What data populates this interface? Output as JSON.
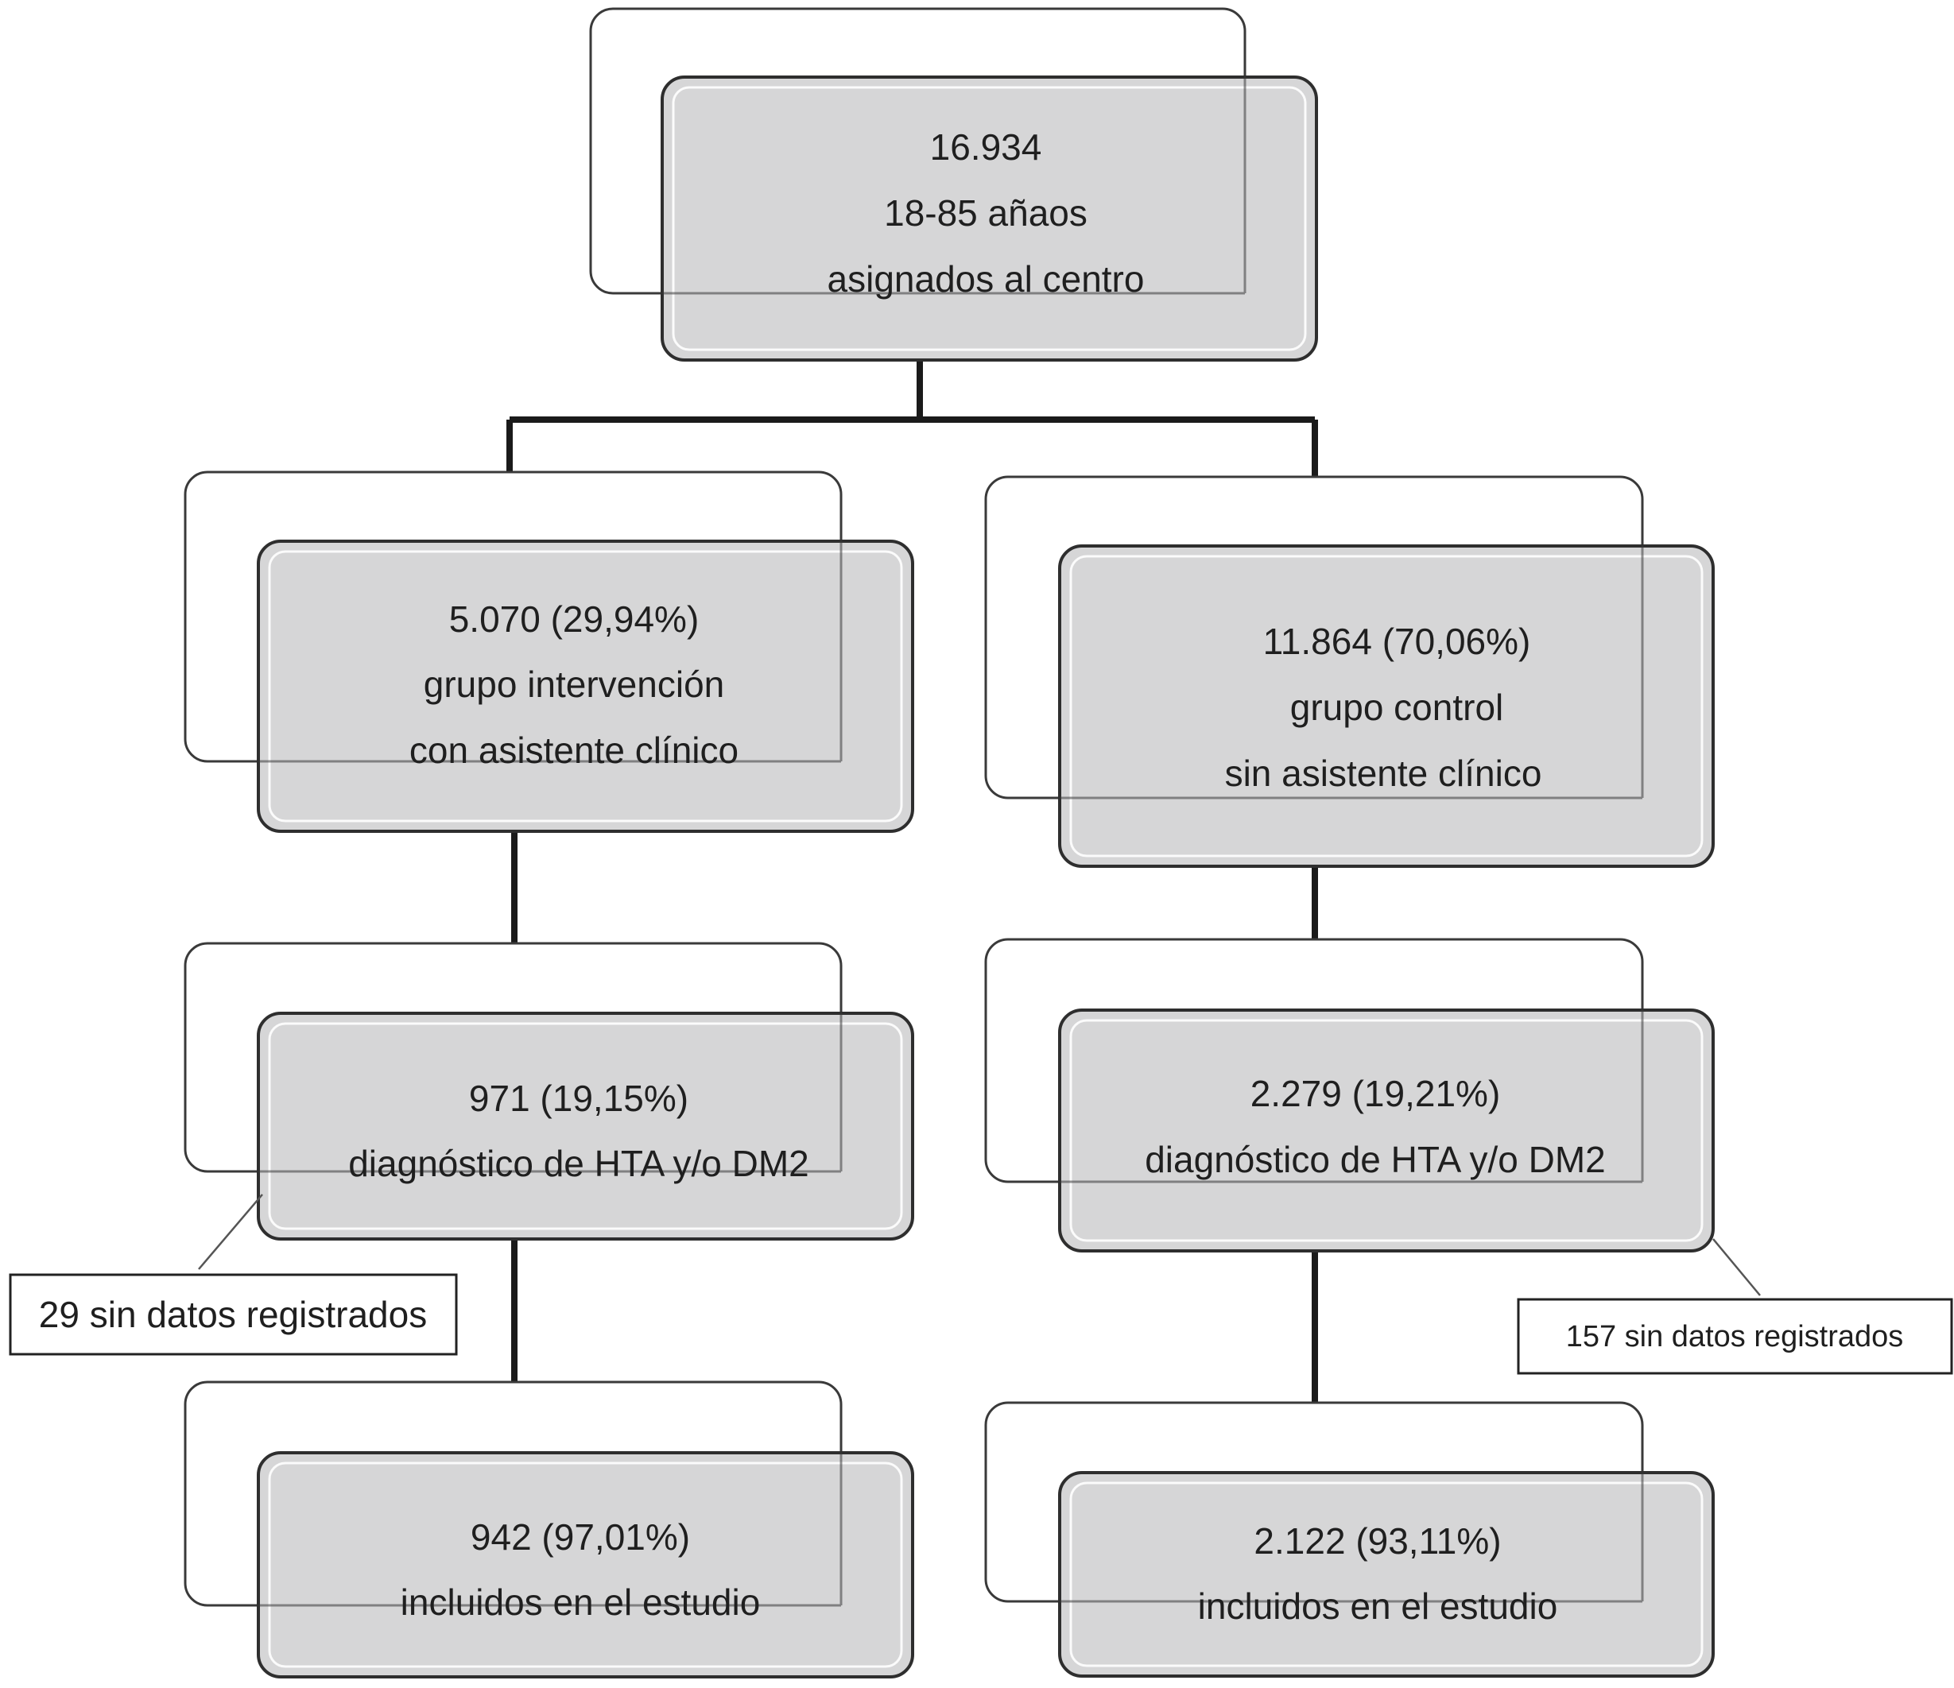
{
  "nodes": {
    "root": {
      "lines": [
        "16.934",
        "18-85 añaos",
        "asignados al centro"
      ]
    },
    "intervention": {
      "lines": [
        "5.070 (29,94%)",
        "grupo intervención",
        "con asistente clínico"
      ]
    },
    "control": {
      "lines": [
        "11.864 (70,06%)",
        "grupo control",
        "sin asistente clínico"
      ]
    },
    "intervention_dx": {
      "lines": [
        "971 (19,15%)",
        "diagnóstico de HTA y/o DM2"
      ]
    },
    "control_dx": {
      "lines": [
        "2.279 (19,21%)",
        "diagnóstico de HTA y/o DM2"
      ]
    },
    "intervention_included": {
      "lines": [
        "942 (97,01%)",
        "incluidos en el estudio"
      ]
    },
    "control_included": {
      "lines": [
        "2.122 (93,11%)",
        "incluidos en el estudio"
      ]
    }
  },
  "notes": {
    "intervention_missing": "29 sin datos registrados",
    "control_missing": "157 sin datos registrados"
  },
  "colors": {
    "box_fill": "#d6d6d7",
    "connector": "#1a1a1a",
    "outline": "#3a3a3a"
  }
}
